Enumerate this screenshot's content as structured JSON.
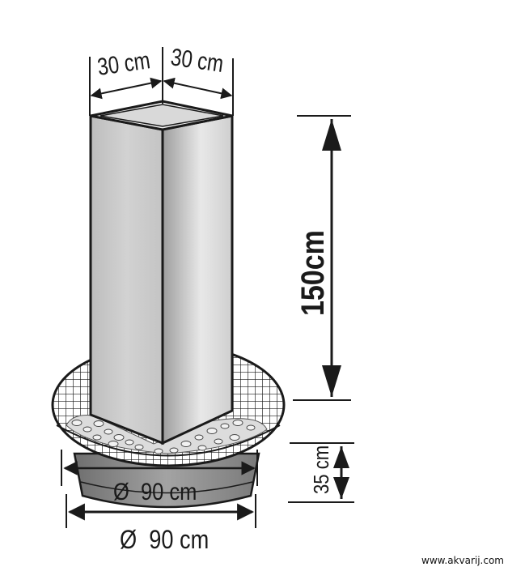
{
  "dimensions": {
    "width_left": "30 cm",
    "width_right": "30 cm",
    "height_column": "150cm",
    "height_base": "35 cm",
    "diameter_inner": "Ø  90 cm",
    "diameter_outer": "Ø  90 cm"
  },
  "watermark": "www.akvarij.com",
  "colors": {
    "ink": "#1a1a1a",
    "pot": "#8a8a8a",
    "column_left": "#c8c8c8",
    "column_right": "#e6e6e6"
  }
}
